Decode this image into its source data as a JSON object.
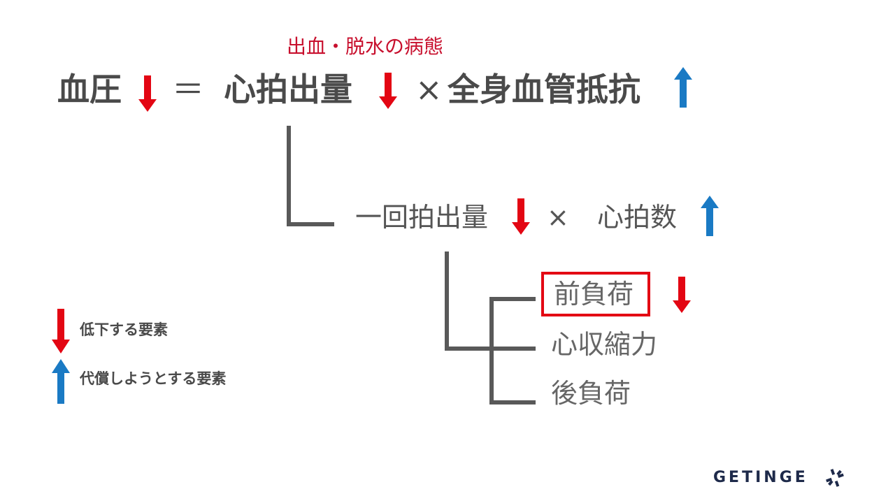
{
  "pathology_label": "出血・脱水の病態",
  "equation": {
    "blood_pressure": "血圧",
    "equals": "＝",
    "cardiac_output": "心拍出量",
    "times": "×",
    "svr": "全身血管抵抗"
  },
  "level2": {
    "stroke_volume": "一回拍出量",
    "times": "×",
    "heart_rate": "心拍数"
  },
  "level3": {
    "preload": "前負荷",
    "contractility": "心収縮力",
    "afterload": "後負荷"
  },
  "legend": {
    "decrease": "低下する要素",
    "compensate": "代償しようとする要素"
  },
  "logo": {
    "text": "GETINGE"
  },
  "colors": {
    "decrease_arrow": "#e30613",
    "increase_arrow": "#1a7ac4",
    "pathology_text": "#c8102e",
    "highlight_box": "#e30613"
  }
}
